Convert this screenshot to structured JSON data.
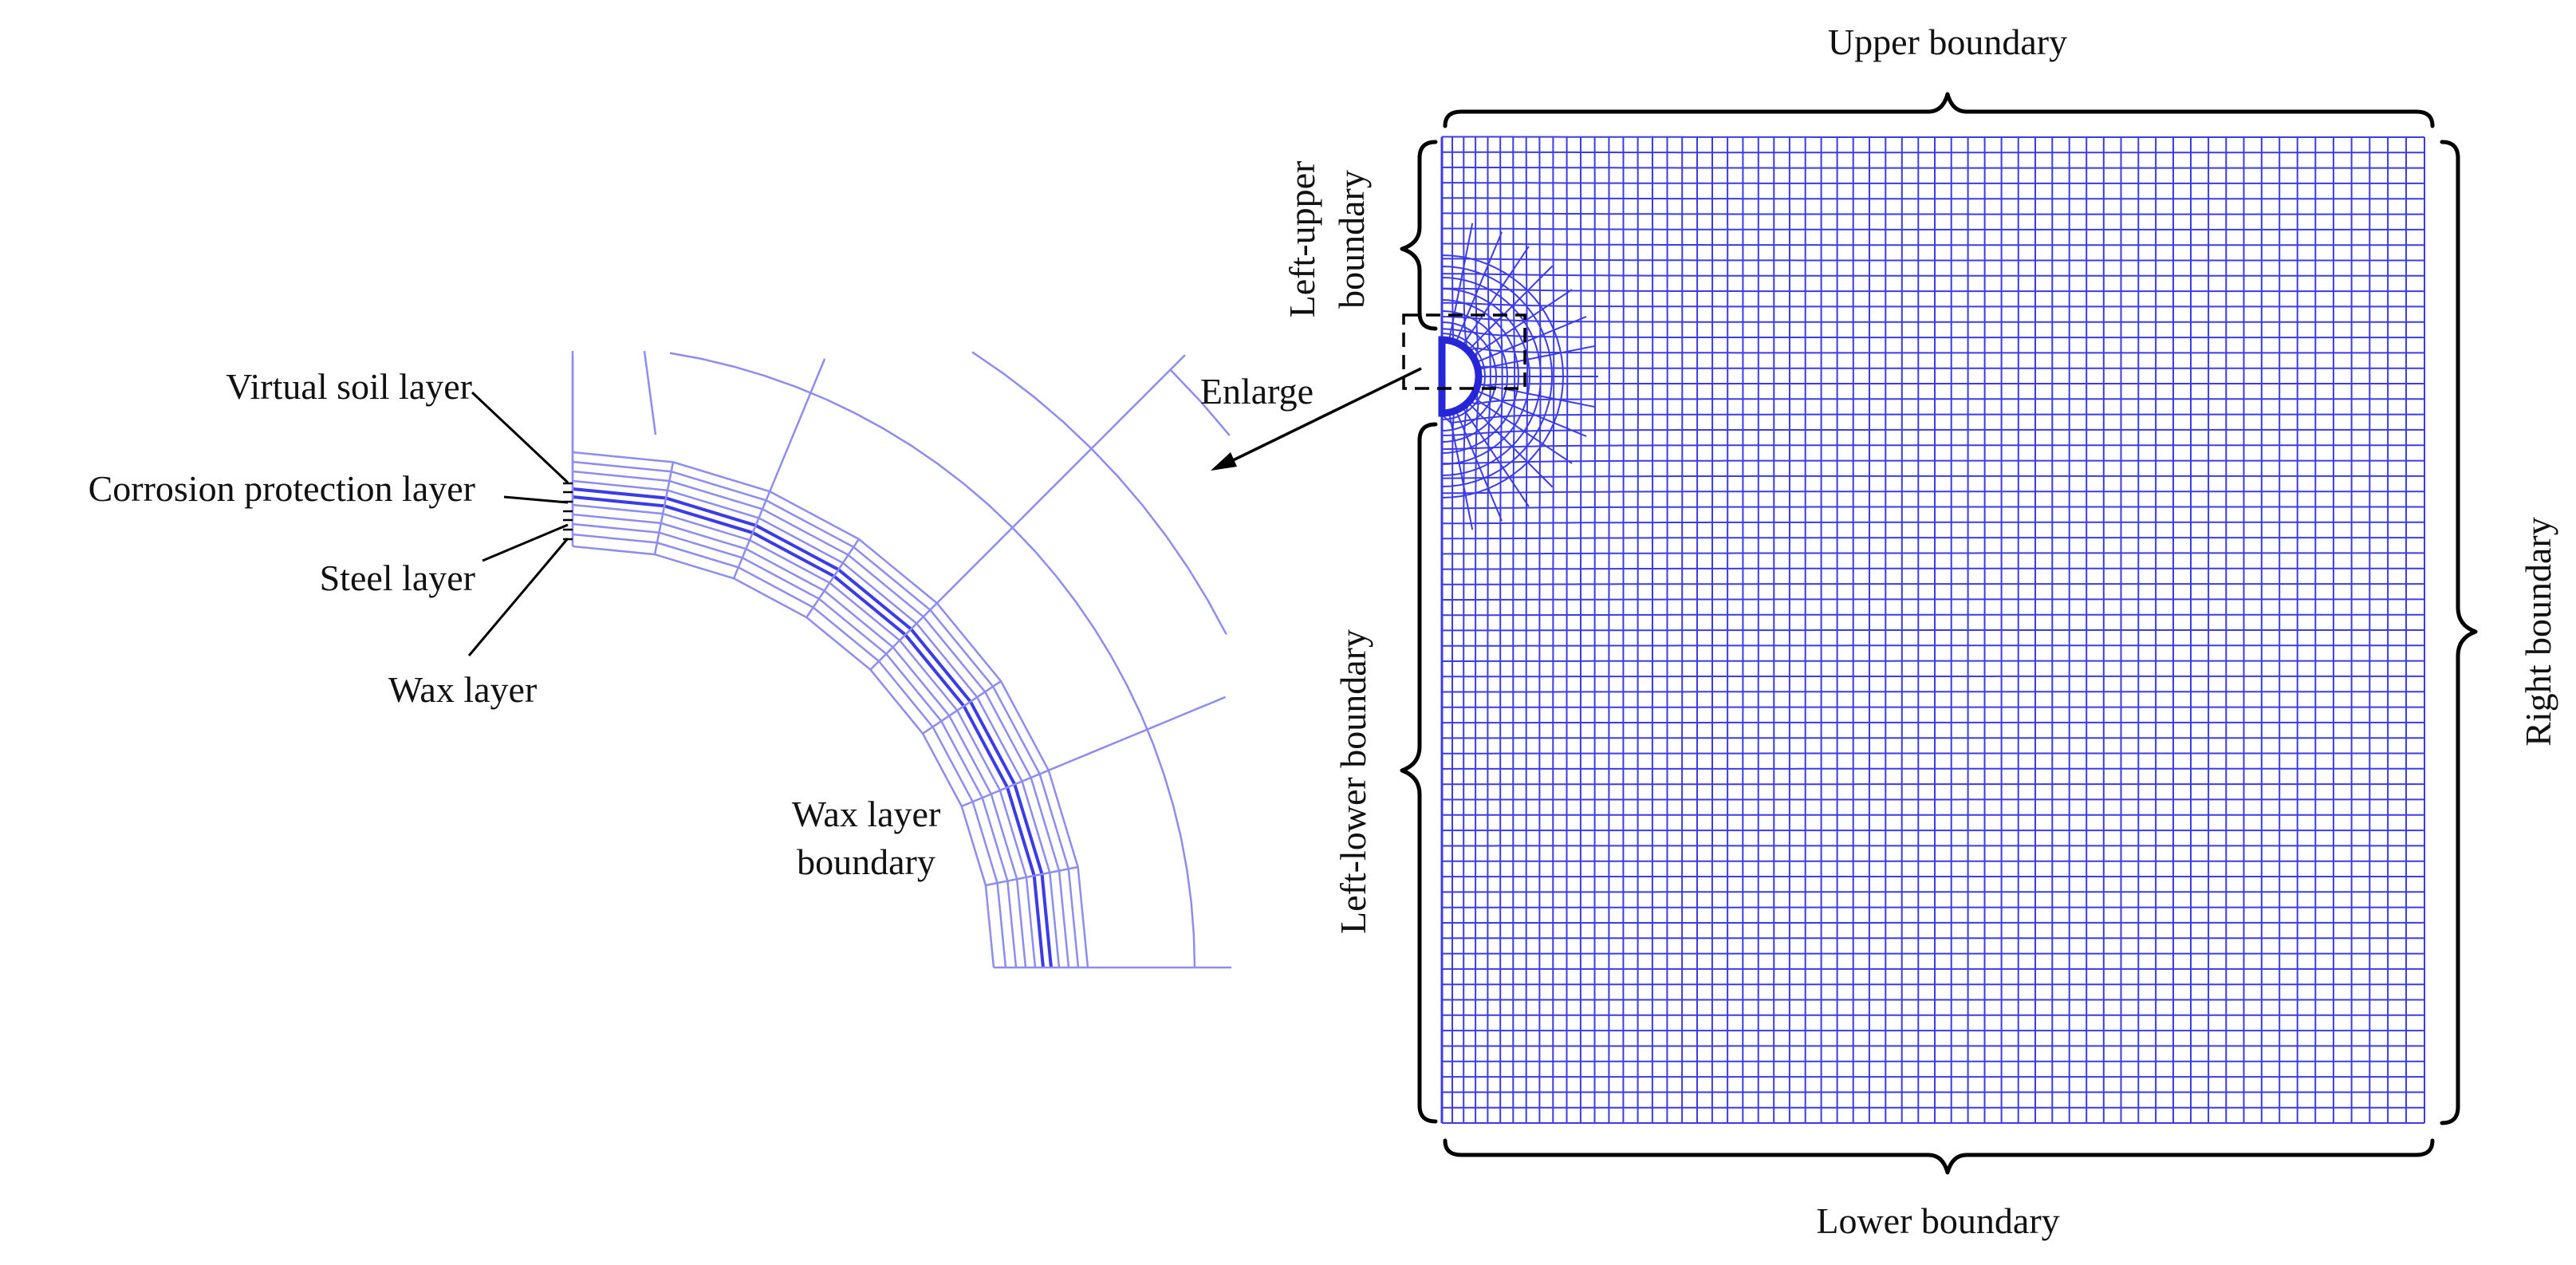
{
  "labels": {
    "upper_boundary": "Upper boundary",
    "lower_boundary": "Lower boundary",
    "right_boundary": "Right boundary",
    "left_upper_boundary_line1": "Left-upper",
    "left_upper_boundary_line2": "boundary",
    "left_lower_boundary": "Left-lower boundary",
    "enlarge": "Enlarge",
    "virtual_soil_layer": "Virtual soil layer",
    "corrosion_protection_layer": "Corrosion protection layer",
    "steel_layer": "Steel layer",
    "wax_layer": "Wax layer",
    "wax_layer_boundary_line1": "Wax layer",
    "wax_layer_boundary_line2": "boundary"
  },
  "colors": {
    "mesh": "#3b3bea",
    "mesh_light": "#8c8cf2",
    "text": "#111111",
    "brace": "#000000"
  }
}
